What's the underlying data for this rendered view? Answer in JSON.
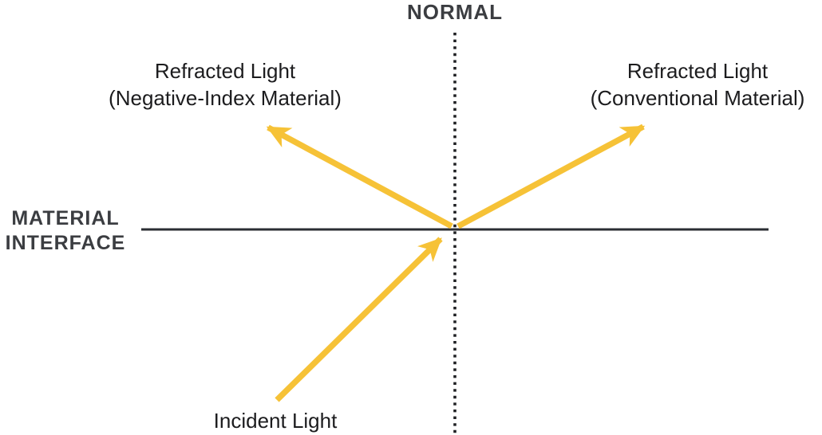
{
  "colors": {
    "ray_yellow": "#F6C237",
    "line_dark": "#2B2D33",
    "dotted_dark": "#1F2023",
    "heading_gray": "#3B3D41",
    "text_black": "#1C1C1E",
    "background": "#FFFFFF"
  },
  "normal_axis": {
    "label": "NORMAL"
  },
  "material_interface": {
    "label_line1": "MATERIAL",
    "label_line2": "INTERFACE"
  },
  "rays": {
    "refracted_negative": {
      "label_line1": "Refracted Light",
      "label_line2": "(Negative-Index Material)",
      "direction": "up-left"
    },
    "refracted_conventional": {
      "label_line1": "Refracted Light",
      "label_line2": "(Conventional Material)",
      "direction": "up-right"
    },
    "incident": {
      "label": "Incident Light",
      "direction": "from-bottom-left-to-interface"
    }
  }
}
